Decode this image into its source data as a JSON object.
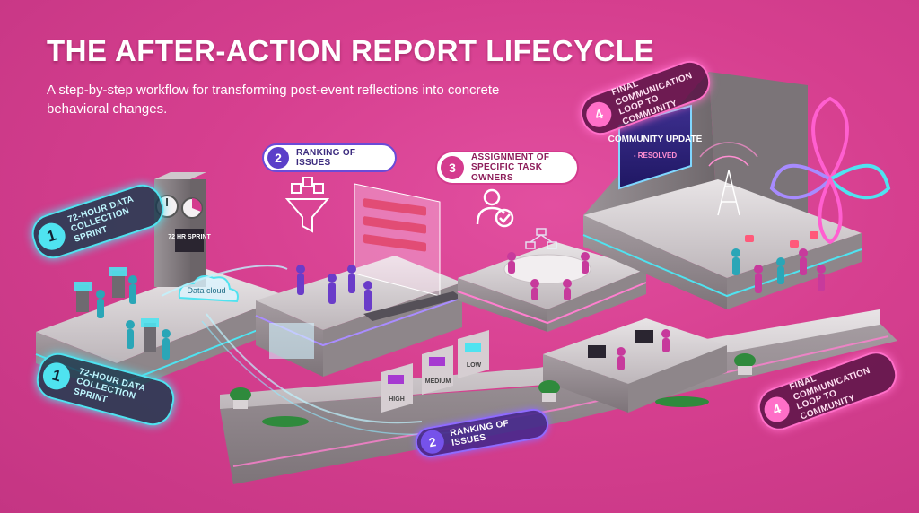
{
  "header": {
    "title": "THE AFTER-ACTION REPORT LIFECYCLE",
    "subtitle": "A step-by-step workflow for transforming post-event reflections into concrete behavioral changes."
  },
  "steps": [
    {
      "number": "1",
      "label": "72-HOUR DATA COLLECTION SPRINT"
    },
    {
      "number": "2",
      "label": "RANKING OF ISSUES"
    },
    {
      "number": "3",
      "label": "ASSIGNMENT OF SPECIFIC TASK OWNERS"
    },
    {
      "number": "4",
      "label": "FINAL COMMUNICATION LOOP TO COMMUNITY"
    }
  ],
  "scene": {
    "clock_sign": "72 HR SPRINT",
    "cloud_label": "Data cloud",
    "bins": [
      "HIGH",
      "MEDIUM",
      "LOW"
    ],
    "screen_title": "COMMUNITY UPDATE",
    "screen_status": "- RESOLVED"
  },
  "colors": {
    "background": "#d63f8f",
    "cyan_glow": "#4fe3f0",
    "purple": "#5b3fc9",
    "magenta": "#d43b8e",
    "neon_pink": "#ff6fc8"
  }
}
